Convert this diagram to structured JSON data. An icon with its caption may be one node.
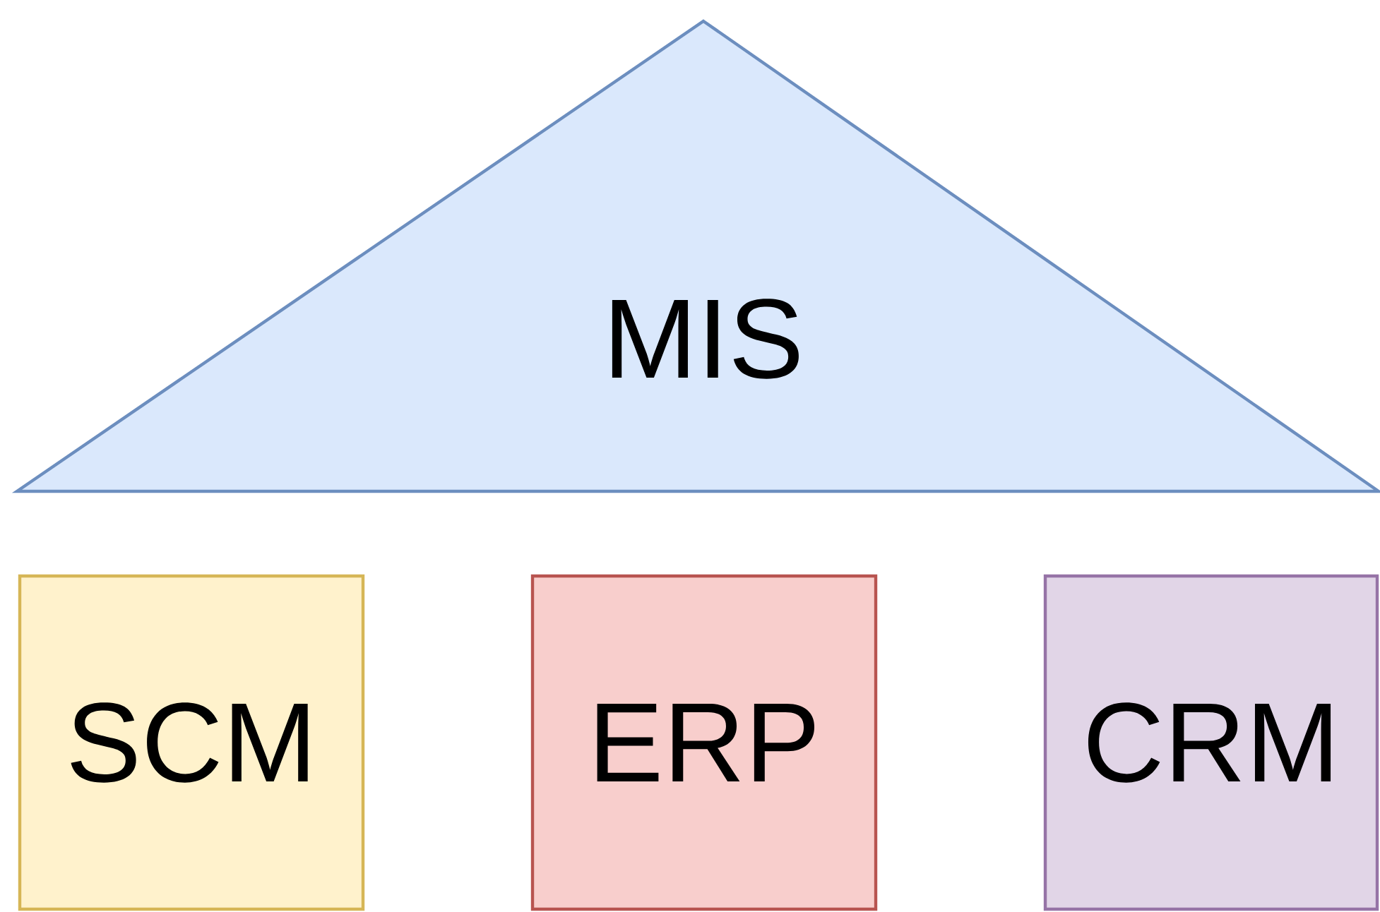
{
  "diagram": {
    "nodes": [
      {
        "text": [
          "MIS"
        ]
      },
      {
        "text": [
          "SCM"
        ]
      },
      {
        "text": [
          "ERP"
        ]
      },
      {
        "text": [
          "CRM"
        ]
      }
    ]
  }
}
